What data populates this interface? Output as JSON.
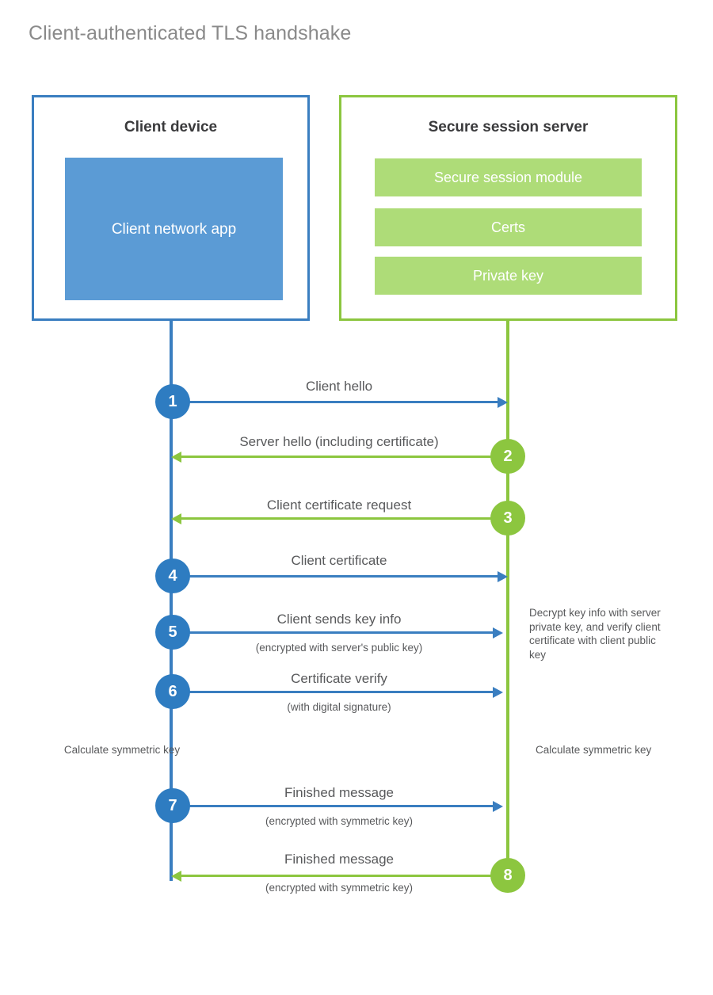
{
  "title": "Client-authenticated TLS handshake",
  "colors": {
    "client_blue_border": "#3a7ec0",
    "client_app_fill": "#5b9bd5",
    "client_step_circle": "#2e7cc1",
    "server_green_border": "#8cc63f",
    "server_bar_fill": "#aedc78",
    "text_gray": "#58595b",
    "title_gray": "#8a8a8a",
    "heading_dark": "#3a3a3c"
  },
  "client_panel": {
    "title": "Client device",
    "app_label": "Client network app"
  },
  "server_panel": {
    "title": "Secure session server",
    "bars": [
      {
        "label": "Secure session module"
      },
      {
        "label": "Certs"
      },
      {
        "label": "Private key"
      }
    ]
  },
  "steps": [
    {
      "number": "1",
      "side": "client",
      "direction": "right",
      "label": "Client hello",
      "sub": ""
    },
    {
      "number": "2",
      "side": "server",
      "direction": "left",
      "label": "Server hello (including certificate)",
      "sub": ""
    },
    {
      "number": "3",
      "side": "server",
      "direction": "left",
      "label": "Client certificate request",
      "sub": ""
    },
    {
      "number": "4",
      "side": "client",
      "direction": "right",
      "label": "Client certificate",
      "sub": ""
    },
    {
      "number": "5",
      "side": "client",
      "direction": "right",
      "label": "Client sends key info",
      "sub": "(encrypted with server's public key)"
    },
    {
      "number": "6",
      "side": "client",
      "direction": "right",
      "label": "Certificate verify",
      "sub": "(with digital signature)"
    },
    {
      "number": "7",
      "side": "client",
      "direction": "right",
      "label": "Finished message",
      "sub": "(encrypted with symmetric key)"
    },
    {
      "number": "8",
      "side": "server",
      "direction": "left",
      "label": "Finished message",
      "sub": "(encrypted with symmetric key)"
    }
  ],
  "notes": {
    "server_decrypt": "Decrypt key info with server private key, and verify client certificate with client public key",
    "client_calculate": "Calculate symmetric key",
    "server_calculate": "Calculate symmetric key"
  }
}
